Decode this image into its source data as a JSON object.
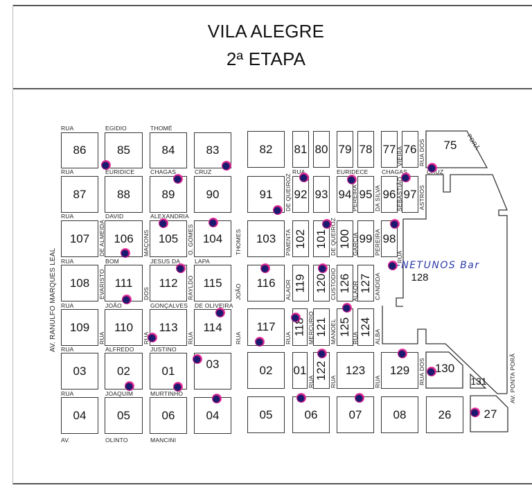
{
  "header": {
    "title_line1": "VILA ALEGRE",
    "title_line2": "2ª ETAPA"
  },
  "colors": {
    "marker_outer": "#e0208c",
    "marker_inner": "#1a1a6e",
    "handwriting": "#2d3aa8",
    "block_border": "#333333"
  },
  "blocks": {
    "b86": "86",
    "b85": "85",
    "b84": "84",
    "b83": "83",
    "b82": "82",
    "b81": "81",
    "b80": "80",
    "b79": "79",
    "b78": "78",
    "b77": "77",
    "b76": "76",
    "b75": "75",
    "b87": "87",
    "b88": "88",
    "b89": "89",
    "b90": "90",
    "b91": "91",
    "b92": "92",
    "b93": "93",
    "b94": "94",
    "b95": "95",
    "b96": "96",
    "b97": "97",
    "b107": "107",
    "b106": "106",
    "b105": "105",
    "b104": "104",
    "b103": "103",
    "b102": "102",
    "b101": "101",
    "b100": "100",
    "b99": "99",
    "b98": "98",
    "b108": "108",
    "b111": "111",
    "b112": "112",
    "b115": "115",
    "b116": "116",
    "b119": "119",
    "b120": "120",
    "b126": "126",
    "b127": "127",
    "b128": "128",
    "b109": "109",
    "b110": "110",
    "b113": "113",
    "b114": "114",
    "b117": "117",
    "b118": "118",
    "b121": "121",
    "b125": "125",
    "b124": "124",
    "c03": "03",
    "c02": "02",
    "c01": "01",
    "d03": "03",
    "d02": "02",
    "d01": "01",
    "b122": "122",
    "b123": "123",
    "b129": "129",
    "b130": "130",
    "b131": "131",
    "e04": "04",
    "e05": "05",
    "e06": "06",
    "f04": "04",
    "f05": "05",
    "f06": "06",
    "f07": "07",
    "f08": "08",
    "f26": "26",
    "f27": "27"
  },
  "streets": {
    "rua1": "RUA",
    "egidio": "EGIDIO",
    "thome": "THOMÉ",
    "rua2": "RUA",
    "euridice": "EURIDICE",
    "chagas1": "CHAGAS",
    "cruz1": "CRUZ",
    "rua3": "RUA",
    "david": "DAVID",
    "alexandria": "ALEXANDRIA",
    "rua4": "RUA",
    "bom": "BOM",
    "jesus_da": "JESUS  DA",
    "lapa": "LAPA",
    "rua5": "RUA",
    "joao1": "JOÃO",
    "goncalves": "GONÇALVES",
    "de_oliveira": "DE  OLIVEIRA",
    "rua6": "RUA",
    "alfredo": "ALFREDO",
    "justino": "JUSTINO",
    "rua7": "RUA",
    "joaquim": "JOAQUIM",
    "murtinho": "MURTINHO",
    "av_bottom": "AV.",
    "olinto": "OLINTO",
    "mancini": "MANCINI",
    "av_ranulfo": "AV. RANULFO  MARQUES  LEAL",
    "de_almeida": "DE ALMEIDA",
    "evaristo": "EVARISTO",
    "rua_v1": "RUA",
    "macons": "MAÇONS",
    "dos1": "DOS",
    "rua_v2": "RUA",
    "o_gomes": "O. GOMES",
    "rayldo": "RAYLDO",
    "rua_v3": "RUA",
    "thomes": "THOMES",
    "joao2": "JOÃO",
    "rua_v4": "RUA",
    "de_queiroz1": "DE  QUEIROZ",
    "rua_top": "RUA",
    "pimenta": "PIMENTA",
    "alaor1": "ALAOR",
    "rua_v5": "RUA",
    "euridece": "EURIDECE",
    "pereira1": "PEREIRA",
    "de_queiroz2": "DE  QUEIROZ",
    "custodio": "CUSTODIO",
    "mercurio": "MERCURIO",
    "rua_v6": "RUA",
    "garcia": "GARCIA",
    "alaor2": "ALAOR",
    "manoel": "MANOEL",
    "rua_v7": "RUA",
    "da_silva": "DA  SILVA",
    "pereira2": "PEREIRA",
    "candida": "CANDIDA",
    "rua_v8": "RUA",
    "alba": "ALBA",
    "rua_v9": "RUA",
    "chagas2": "CHAGAS",
    "vieira": "VIEIRA",
    "sebastiao": "SEBASTIÃO",
    "rua_v10": "RUA",
    "rua_dos_top": "RUA   DOS",
    "cruz2": "CRUZ",
    "astros": "ASTROS",
    "rua_dos_bottom": "RUA  DOS",
    "pora_top": "PORÃ",
    "av_ponta_pora": "AV.    PONTA    PORÃ"
  },
  "annotations": {
    "netunos_bar": "NETUNOS  Bar",
    "arrow": "←"
  }
}
